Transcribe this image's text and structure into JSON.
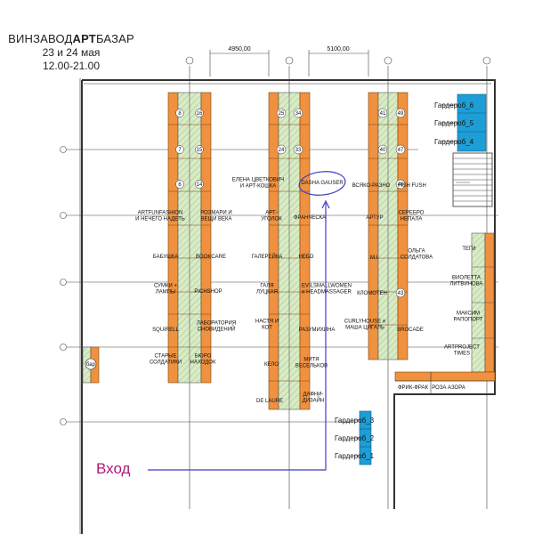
{
  "header": {
    "title_prefix": "ВИНЗАВОД",
    "title_bold": "АРТ",
    "title_suffix": "БАЗАР",
    "dates": "23 и 24 мая",
    "hours": "12.00-21.00"
  },
  "dimensions": [
    "4950,00",
    "5100,00"
  ],
  "stall_numbers": {
    "left": [
      "8",
      "16",
      "7",
      "15",
      "6",
      "14"
    ],
    "middle": [
      "25",
      "34",
      "24",
      "33"
    ],
    "right": [
      "41",
      "49",
      "40",
      "47",
      "46",
      "43"
    ]
  },
  "labels": {
    "left_col": [
      "ARTFUNFASHION\nИ НЕЧЕГО НАДЕТЬ",
      "БАБУШКА",
      "СУМКИ +\nЛАМПЫ",
      "SQUIRELL",
      "СТАРЫЕ\nСОЛДАТИКИ"
    ],
    "left_right": [
      "РОЗМАРИ И\nВЕЩИ ВЕКА",
      "BOOKCARE",
      "PICHSHOP",
      "ЛАБОРАТОРИЯ\nСНОВИДЕНИЙ",
      "БЮРО\nНАХОДОК"
    ],
    "mid_left": [
      "ЕЛЕНА ЦВЕТКОВИЧ\nИ АРТ-КОШКА",
      "АРТ-\nУГОЛОК",
      "ГАЛЕРЕЙКА",
      "ГАЛЯ\nЛУЦКАЯ",
      "НАСТЯ И\nКОТ",
      "КЕЛО",
      "DE LAURE"
    ],
    "mid_right": [
      "DASHA GAUSER",
      "ФРАНЧЕСКА",
      "НЕБО",
      "EVILSMALLWOMEN\nи HEADMASSAGER",
      "РАЗУМИХИНА",
      "МИТЯ\nВЕСЕЛЬКОВ",
      "ДАФНИ-\nДИЗАЙН"
    ],
    "right_left": [
      "ВСЯКО-РАЗНО",
      "АРТУР",
      "M.I.",
      "КЛОМОТЕН",
      "CURLYHOUSE и\nМАША ЦИГАЛЬ"
    ],
    "right_right": [
      "FISH FUSH",
      "СЕРЕБРО\nНЕПАЛА",
      "ОЛЬГА\nСОЛДАТОВА",
      "BROCADE"
    ],
    "far_right": [
      "ТЕГИ",
      "ВИОЛЕТТА\nЛИТВИНОВА",
      "МАКСИМ\nРАПОПОРТ",
      "ARTPROJECT\nTIMES"
    ],
    "bottom_right": [
      "ФРИК-ФРАК",
      "РОЗА АЗОРА"
    ],
    "bar": "бар"
  },
  "cloakrooms": [
    "Гардероб_6",
    "Гардероб_5",
    "Гардероб_4",
    "Гардероб_3",
    "Гардероб_2",
    "Гардероб_1"
  ],
  "entrance": "Вход",
  "colors": {
    "stall_orange": "#f0913f",
    "stall_hatch": "#cfe3b9",
    "cloakroom_blue": "#1e9ed6",
    "entrance_magenta": "#b0187a",
    "annotation_blue": "#3e3fc4"
  }
}
